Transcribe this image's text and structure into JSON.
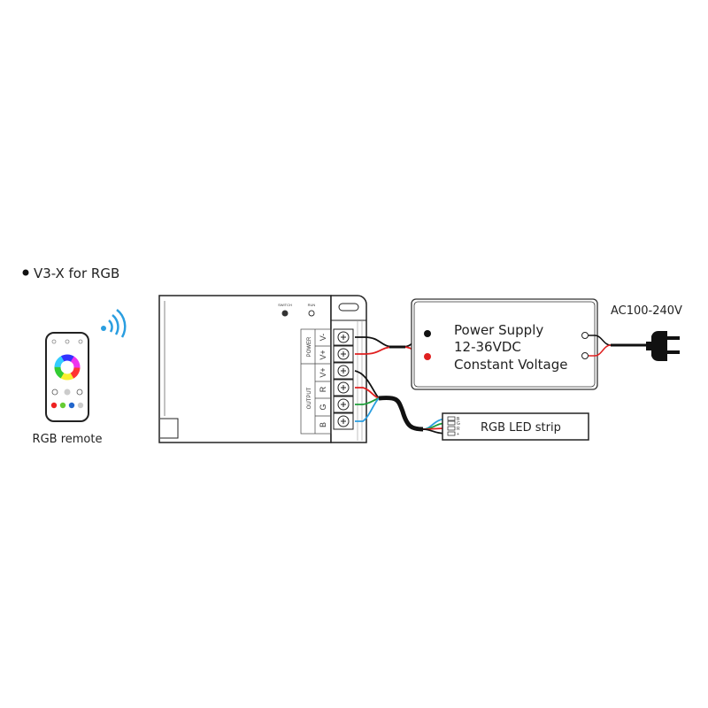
{
  "title": "V3-X for RGB",
  "remote": {
    "label": "RGB remote"
  },
  "controller": {
    "switch_label": "SWITCH",
    "run_label": "RUN",
    "group_power": "POWER",
    "group_output": "OUTPUT",
    "terminals": [
      "V-",
      "V+",
      "V+",
      "R",
      "G",
      "B"
    ]
  },
  "power_supply": {
    "line1": "Power Supply",
    "line2": "12-36VDC",
    "line3": "Constant Voltage",
    "ac_label": "AC100-240V"
  },
  "led_strip": {
    "label": "RGB LED strip",
    "pins": [
      "B",
      "G",
      "R",
      "+"
    ]
  },
  "colors": {
    "red": "#e02020",
    "green": "#1e9e3a",
    "blue": "#2a9ee0",
    "black": "#111111"
  }
}
